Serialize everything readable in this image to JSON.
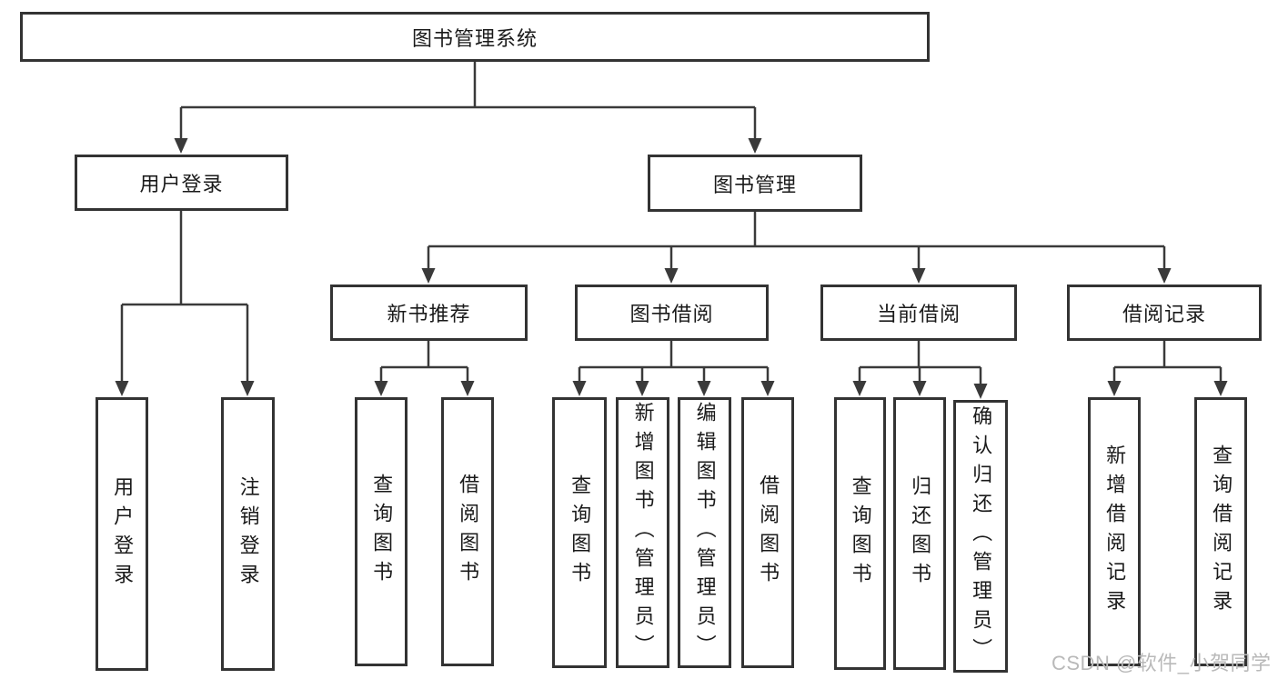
{
  "diagram": {
    "root": {
      "label": "图书管理系统"
    },
    "branches": [
      {
        "label": "用户登录",
        "children": [
          {
            "label": "用户登录"
          },
          {
            "label": "注销登录"
          }
        ]
      },
      {
        "label": "图书管理",
        "children": [
          {
            "label": "新书推荐",
            "children": [
              {
                "label": "查询图书"
              },
              {
                "label": "借阅图书"
              }
            ]
          },
          {
            "label": "图书借阅",
            "children": [
              {
                "label": "查询图书"
              },
              {
                "label": "新增图书（管理员）"
              },
              {
                "label": "编辑图书（管理员）"
              },
              {
                "label": "借阅图书"
              }
            ]
          },
          {
            "label": "当前借阅",
            "children": [
              {
                "label": "查询图书"
              },
              {
                "label": "归还图书"
              },
              {
                "label": "确认归还（管理员）"
              }
            ]
          },
          {
            "label": "借阅记录",
            "children": [
              {
                "label": "新增借阅记录"
              },
              {
                "label": "查询借阅记录"
              }
            ]
          }
        ]
      }
    ],
    "watermark": "CSDN @软件_小贺同学",
    "colors": {
      "line": "#3a3a3a",
      "box_border": "#333333",
      "box_background": "#ffffff",
      "text": "#1a1a1a",
      "watermark": "#b9b9b9",
      "page_background": "#ffffff"
    }
  }
}
